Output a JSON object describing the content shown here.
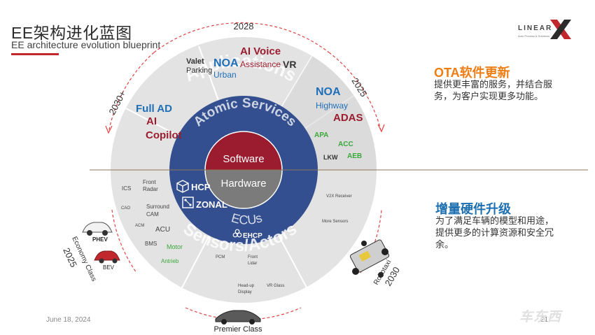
{
  "header": {
    "title": "EE架构进化蓝图",
    "subtitle": "EE architecture evolution blueprint"
  },
  "logo": {
    "text": "LINEAR",
    "tagline": "Auto Process & Solutions",
    "mark": "X"
  },
  "timeline": {
    "top": "2028",
    "right_top": "2025",
    "left_top": "2030+",
    "left_bottom_class": "Economy Class",
    "left_bottom_year": "2025",
    "right_bottom_class": "Robotaxi",
    "right_bottom_year": "2030",
    "bottom_class": "Premier Class"
  },
  "rings": {
    "applications": "Applications",
    "atomic_services": "Atomic Services",
    "software": "Software",
    "hardware": "Hardware",
    "ecus": "ECUs",
    "sensors_actors": "Sensors/Actors"
  },
  "apps": {
    "valet": "Valet",
    "parking": "Parking",
    "noa": "NOA",
    "urban": "Urban",
    "ai_voice": "AI Voice",
    "assistance": "Assistance",
    "vr": "VR",
    "full_ad": "Full AD",
    "ai": "AI",
    "copilot": "Copilot",
    "noa2": "NOA",
    "highway": "Highway",
    "adas": "ADAS",
    "apa": "APA",
    "acc": "ACC",
    "lkw": "LKW",
    "aeb": "AEB"
  },
  "ecu_labels": {
    "hcp": "HCP",
    "zonal": "ZONAL",
    "ehcp": "EHCP"
  },
  "sensors": {
    "ics": "ICS",
    "front_radar_1": "Front",
    "front_radar_2": "Radar",
    "cao": "CAO",
    "surround_1": "Surround",
    "surround_2": "CAM",
    "acm": "ACM",
    "acu": "ACU",
    "bms": "BMS",
    "motor": "Motor",
    "antrieb": "Antrieb",
    "pcm": "PCM",
    "front_lidar_1": "Front",
    "front_lidar_2": "Lidar",
    "headup_1": "Head-up",
    "headup_2": "Display",
    "vr_glass": "VR Glass",
    "v2x": "V2X Receiver",
    "more_sensors": "More Sensors"
  },
  "cars": {
    "phev": "PHEV",
    "bev": "BEV"
  },
  "ota": {
    "title": "OTA软件更新",
    "desc": "提供更丰富的服务，并结合服务，为客户实现更多功能。"
  },
  "hw_upgrade": {
    "title": "增量硬件升级",
    "desc": "为了满足车辆的模型和用途，提供更多的计算资源和安全冗余。"
  },
  "footer": {
    "date": "June 18, 2024",
    "page": "21",
    "watermark": "车东西"
  },
  "colors": {
    "accent_red": "#c0282e",
    "dark_red": "#8b1c2b",
    "blue": "#1f6fb8",
    "navy": "#344f8f",
    "green": "#3aa83a",
    "orange": "#f07c14"
  }
}
